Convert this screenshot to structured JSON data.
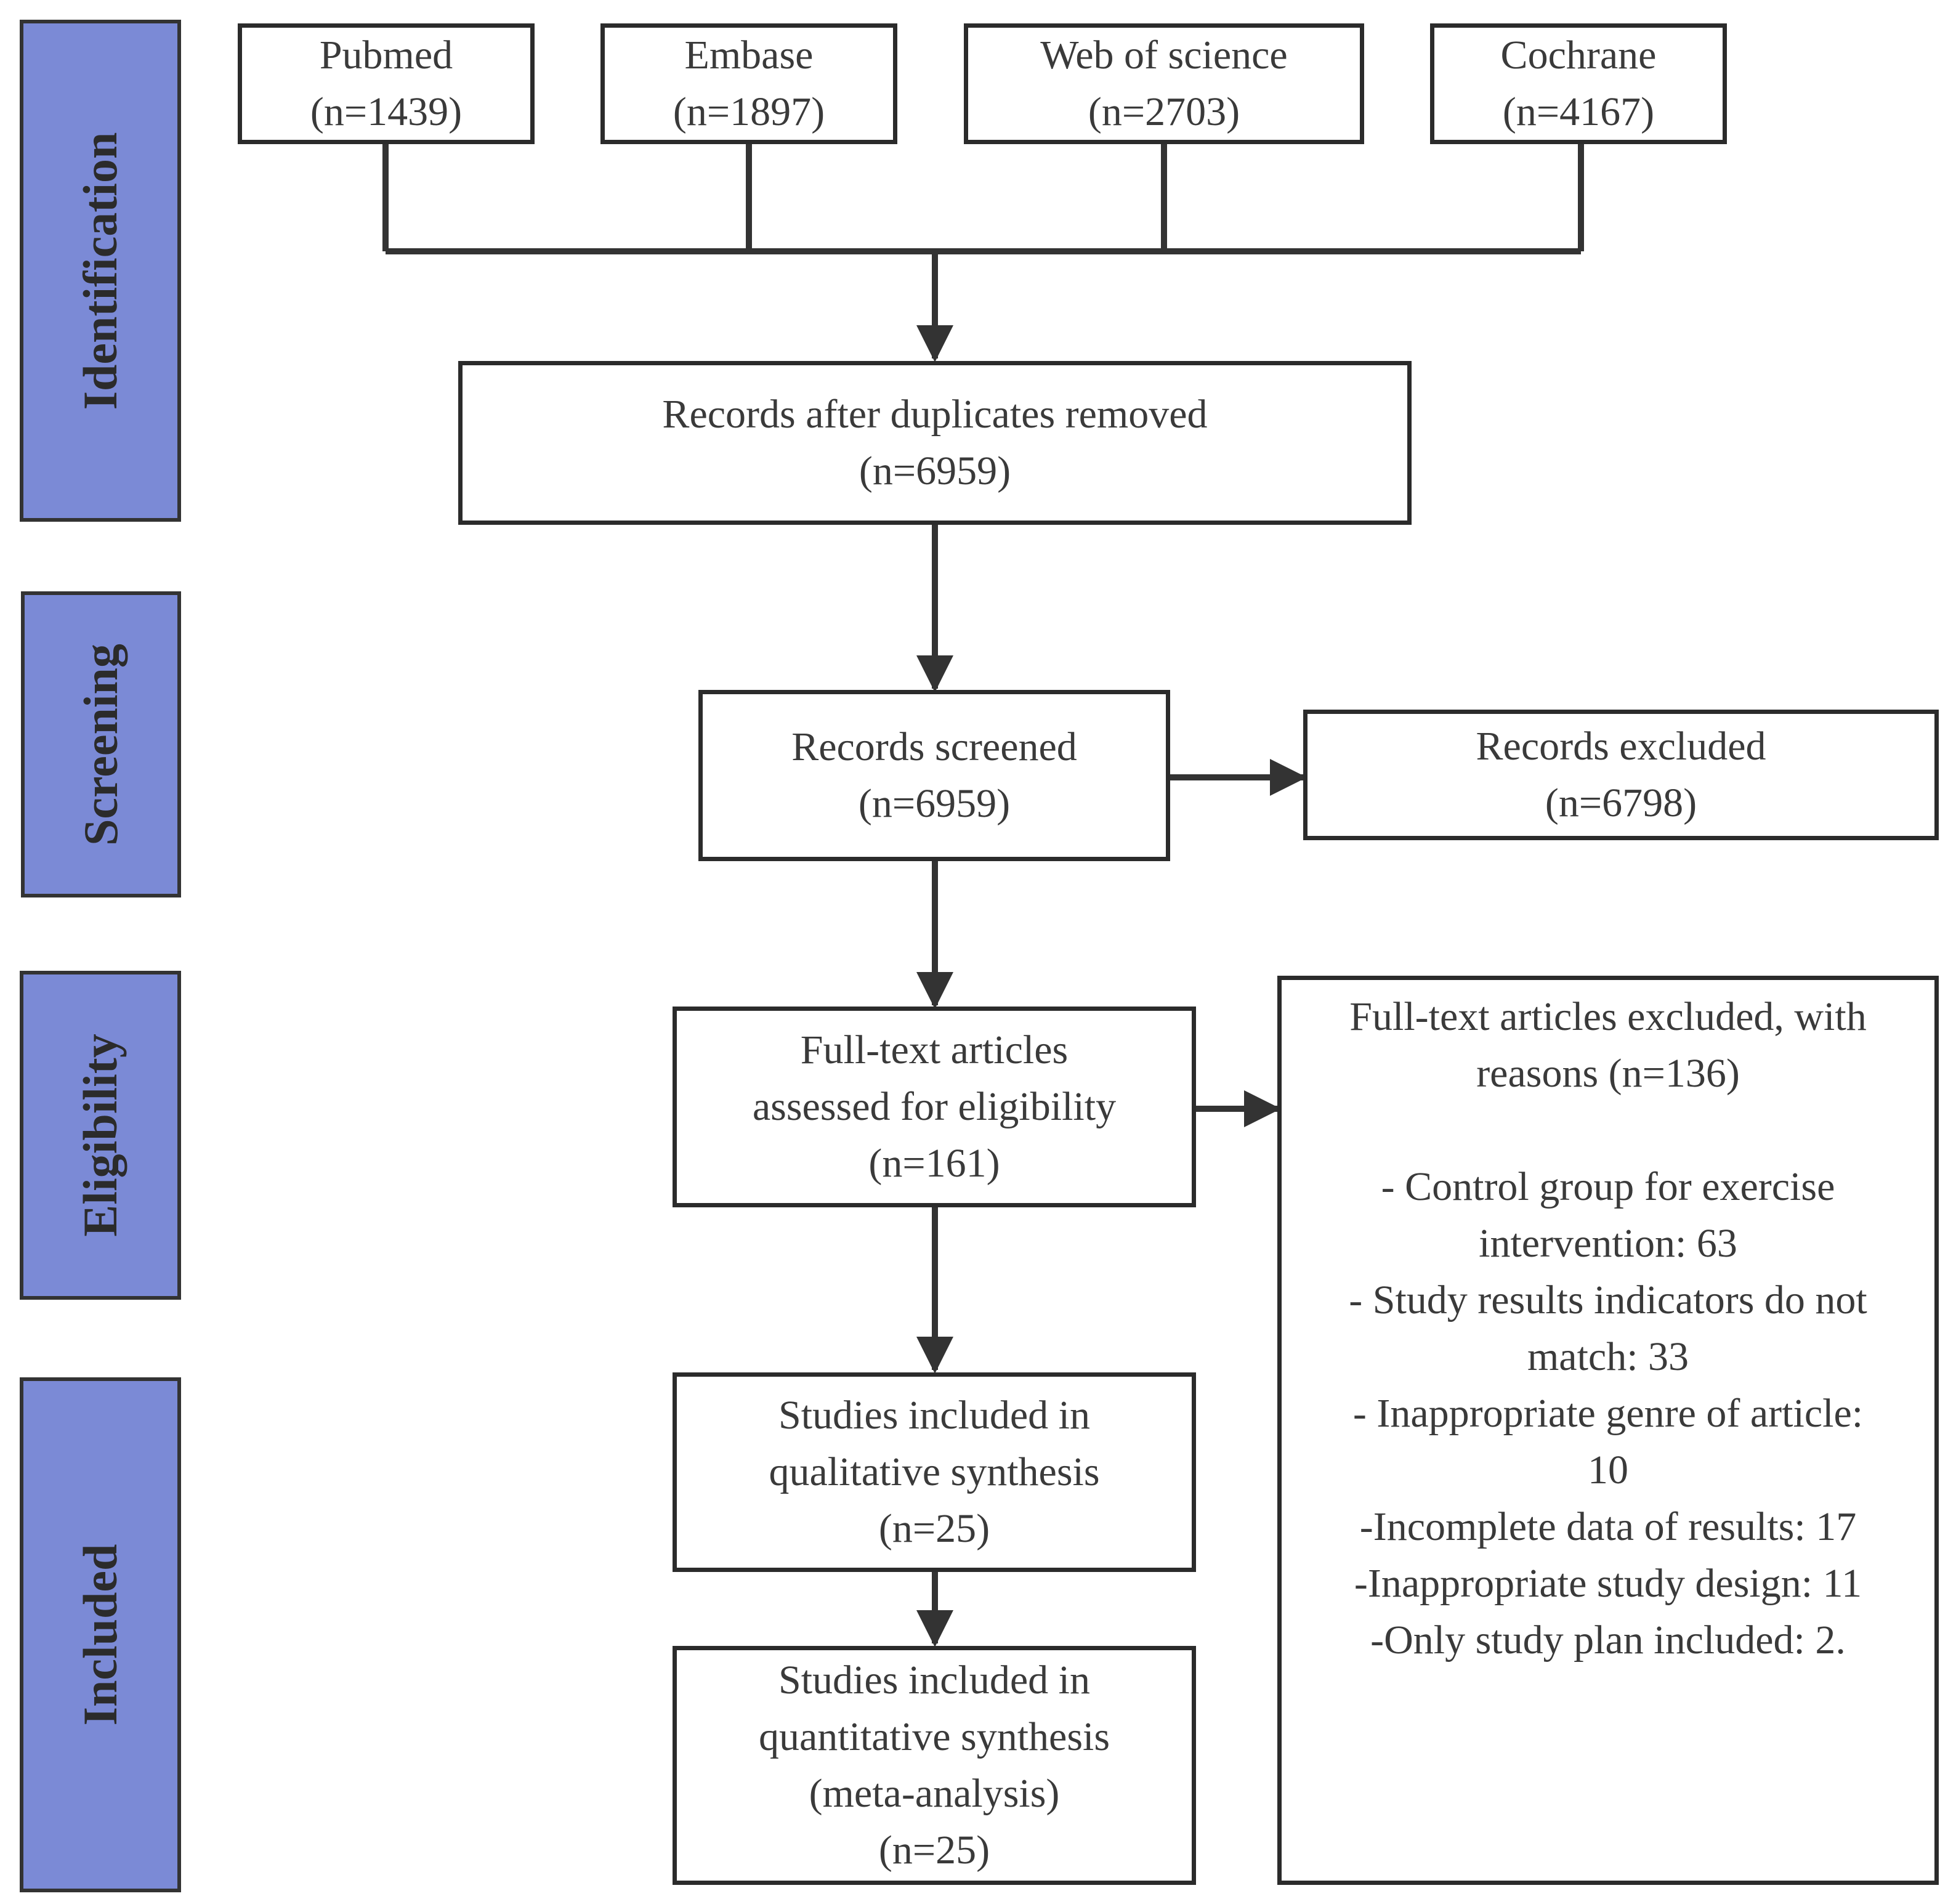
{
  "stages": {
    "identification": "Identification",
    "screening": "Screening",
    "eligibility": "Eligibility",
    "included": "Included"
  },
  "sources": [
    {
      "name": "Pubmed",
      "count": "(n=1439)"
    },
    {
      "name": "Embase",
      "count": "(n=1897)"
    },
    {
      "name": "Web of science",
      "count": "(n=2703)"
    },
    {
      "name": "Cochrane",
      "count": "(n=4167)"
    }
  ],
  "duplicates_removed": {
    "label": "Records after duplicates removed",
    "count": "(n=6959)"
  },
  "screened": {
    "label": "Records screened",
    "count": "(n=6959)"
  },
  "excluded": {
    "label": "Records excluded",
    "count": "(n=6798)"
  },
  "fulltext": {
    "line1": "Full-text articles",
    "line2": "assessed for eligibility",
    "count": "(n=161)"
  },
  "fulltext_excluded": {
    "line1": "Full-text articles excluded, with",
    "line2": "reasons (n=136)",
    "reasons": [
      "- Control group for exercise",
      "intervention: 63",
      "- Study results indicators do not",
      "match: 33",
      "- Inappropriate genre of article:",
      "10",
      "-Incomplete data of results: 17",
      "-Inappropriate study design: 11",
      "-Only study plan included: 2."
    ]
  },
  "qualitative": {
    "line1": "Studies included in",
    "line2": "qualitative synthesis",
    "count": "(n=25)"
  },
  "quantitative": {
    "line1": "Studies included in",
    "line2": "quantitative synthesis",
    "line3": "(meta-analysis)",
    "count": "(n=25)"
  }
}
